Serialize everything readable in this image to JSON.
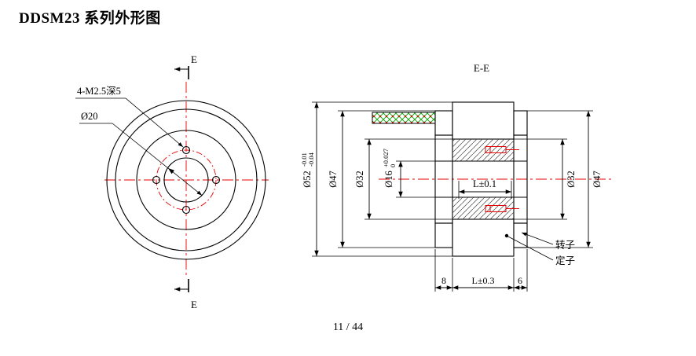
{
  "title": "DDSM23 系列外形图",
  "page_number": "11 / 44",
  "front": {
    "section_e_top": "E",
    "section_e_bottom": "E",
    "holes_callout": "4-M2.5深5",
    "bore_label": "Ø20"
  },
  "section": {
    "view_title": "E-E",
    "dia52": "Ø52",
    "dia52_tol_top": "-0.01",
    "dia52_tol_bot": "-0.04",
    "dia47_left": "Ø47",
    "dia32_left": "Ø32",
    "dia16": "Ø16",
    "dia16_tol_top": "+0.027",
    "dia16_tol_bot": "0",
    "len_inner": "L±0.1",
    "dia32_right": "Ø32",
    "dia47_right": "Ø47",
    "dim_8": "8",
    "dim_L": "L±0.3",
    "dim_6": "6",
    "label_rotor": "转子",
    "label_stator": "定子"
  },
  "colors": {
    "line": "#000000",
    "centerline_red": "#e60000",
    "hatch_cyan": "#00cfcf",
    "hatch_cable_green": "#00a000"
  }
}
